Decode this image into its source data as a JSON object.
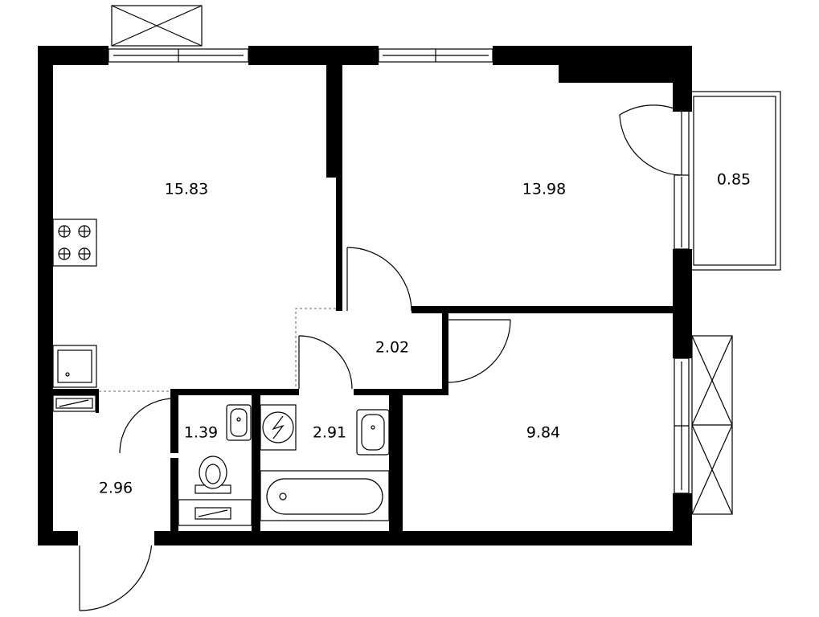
{
  "rooms": [
    {
      "id": "kitchen-living",
      "area": "15.83"
    },
    {
      "id": "bedroom",
      "area": "13.98"
    },
    {
      "id": "balcony",
      "area": "0.85"
    },
    {
      "id": "hall",
      "area": "2.02"
    },
    {
      "id": "toilet",
      "area": "1.39"
    },
    {
      "id": "bathroom",
      "area": "2.91"
    },
    {
      "id": "room-2",
      "area": "9.84"
    },
    {
      "id": "entrance",
      "area": "2.96"
    }
  ],
  "colors": {
    "wall": "#000000",
    "background": "#ffffff",
    "fixture": "#000000"
  }
}
